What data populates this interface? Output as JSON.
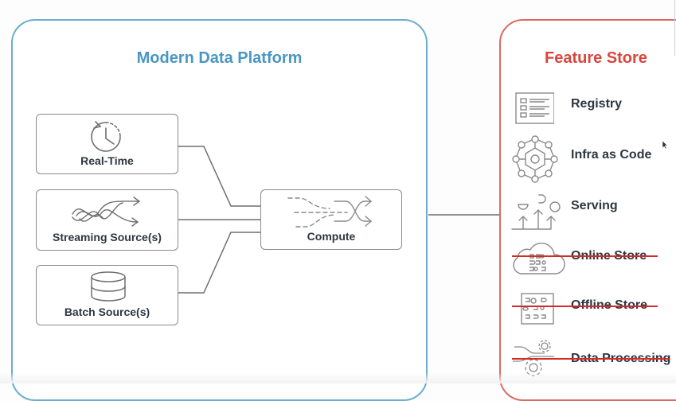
{
  "diagram": {
    "modern_data_platform": {
      "title": "Modern Data Platform",
      "color": "#4a97c3",
      "sources": [
        {
          "label": "Real-Time",
          "icon": "clock-refresh-icon"
        },
        {
          "label": "Streaming Source(s)",
          "icon": "stream-waves-icon"
        },
        {
          "label": "Batch Source(s)",
          "icon": "database-icon"
        }
      ],
      "compute": {
        "label": "Compute",
        "icon": "merge-shuffle-icon"
      }
    },
    "feature_store": {
      "title": "Feature Store",
      "color": "#d9463e",
      "items": [
        {
          "label": "Registry",
          "icon": "registry-list-icon",
          "struck_out": false
        },
        {
          "label": "Infra as Code",
          "icon": "network-hexagon-icon",
          "struck_out": false
        },
        {
          "label": "Serving",
          "icon": "serving-arrows-icon",
          "struck_out": false
        },
        {
          "label": "Online Store",
          "icon": "cloud-store-icon",
          "struck_out": true
        },
        {
          "label": "Offline Store",
          "icon": "offline-grid-icon",
          "struck_out": true
        },
        {
          "label": "Data Processing",
          "icon": "gears-processing-icon",
          "struck_out": true
        }
      ],
      "strike_color": "#d42a2a"
    }
  }
}
